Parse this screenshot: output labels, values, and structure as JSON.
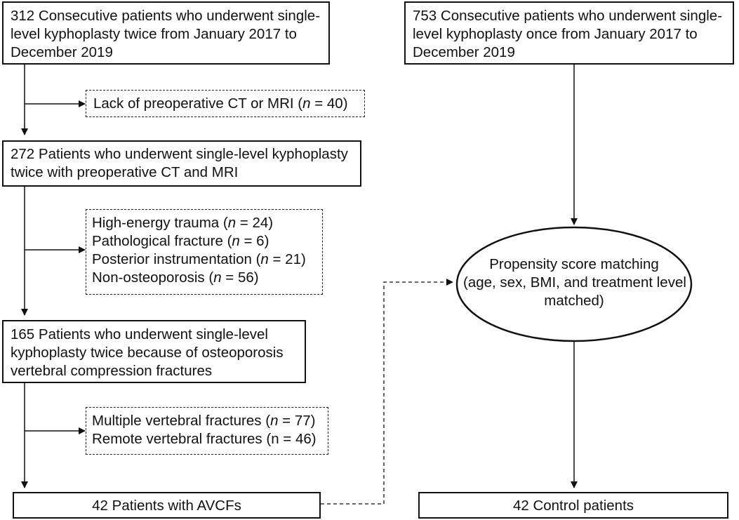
{
  "left_column": {
    "box1": [
      "312 Consecutive patients who underwent single-",
      "level kyphoplasty twice from January 2017 to",
      "December 2019"
    ],
    "excl1": {
      "prefix": "Lack of preoperative CT or MRI (",
      "n": "n",
      "suffix": " = 40)"
    },
    "box2": [
      "272 Patients who underwent single-level kyphoplasty",
      "twice with preoperative CT and MRI"
    ],
    "excl2": [
      {
        "prefix": "High-energy trauma (",
        "n": "n",
        "suffix": " = 24)"
      },
      {
        "prefix": "Pathological fracture (",
        "n": "n",
        "suffix": " = 6)"
      },
      {
        "prefix": "Posterior instrumentation (",
        "n": "n",
        "suffix": " = 21)"
      },
      {
        "prefix": "Non-osteoporosis (",
        "n": "n",
        "suffix": " = 56)"
      }
    ],
    "box3": [
      "165 Patients who underwent single-level",
      "kyphoplasty twice because of osteoporosis",
      "vertebral compression fractures"
    ],
    "excl3": [
      {
        "prefix": "Multiple vertebral fractures (",
        "n": "n",
        "suffix": " = 77)"
      },
      {
        "text": "Remote vertebral fractures (n = 46)"
      }
    ],
    "final": "42 Patients with AVCFs"
  },
  "right_column": {
    "box1": [
      "753 Consecutive patients who underwent single-",
      "level kyphoplasty once from January 2017 to",
      "December 2019"
    ],
    "matching": [
      "Propensity score matching",
      "(age, sex, BMI, and treatment level",
      "matched)"
    ],
    "final": "42 Control patients"
  }
}
